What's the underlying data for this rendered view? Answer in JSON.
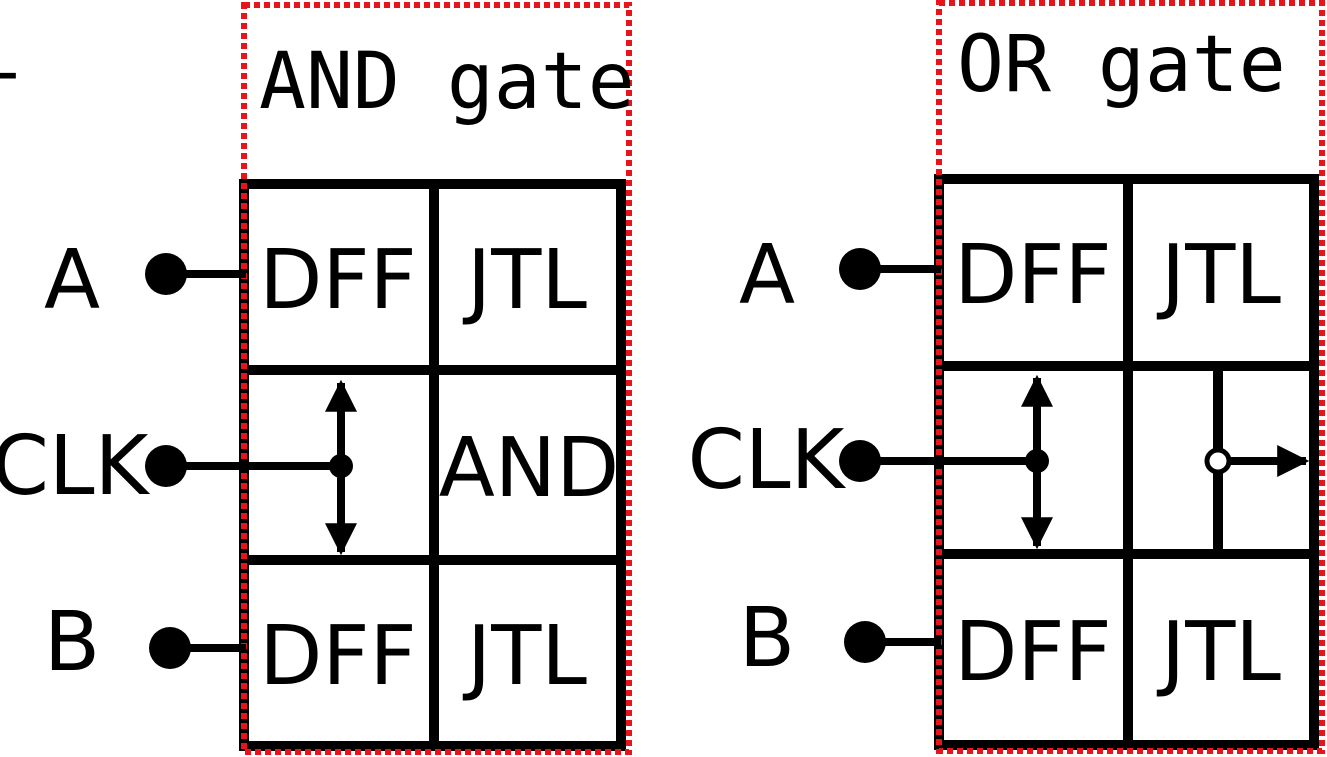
{
  "colors": {
    "stroke": "#000000",
    "frame": "#e8141c",
    "background": "#ffffff"
  },
  "left_edge_mark": "-",
  "and_gate": {
    "title": "AND gate",
    "inputs": {
      "a": "A",
      "clk": "CLK",
      "b": "B"
    },
    "cells": {
      "top_left": "DFF",
      "top_right": "JTL",
      "middle_right": "AND",
      "bottom_left": "DFF",
      "bottom_right": "JTL"
    }
  },
  "or_gate": {
    "title": "OR gate",
    "inputs": {
      "a": "A",
      "clk": "CLK",
      "b": "B"
    },
    "cells": {
      "top_left": "DFF",
      "top_right": "JTL",
      "bottom_left": "DFF",
      "bottom_right": "JTL"
    }
  }
}
